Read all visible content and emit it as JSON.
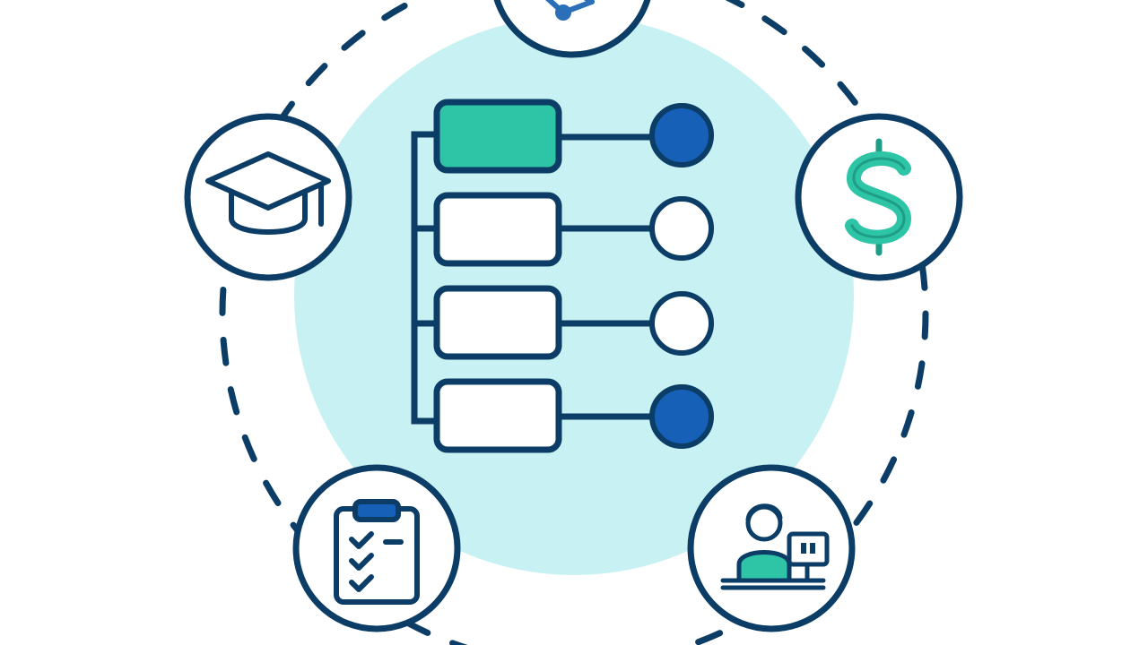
{
  "diagram": {
    "center": {
      "options": [
        {
          "state": "highlighted"
        },
        {
          "state": "empty"
        },
        {
          "state": "empty"
        },
        {
          "state": "empty"
        }
      ],
      "selectors": [
        {
          "selected": true
        },
        {
          "selected": false
        },
        {
          "selected": false
        },
        {
          "selected": true
        }
      ]
    },
    "satellites": [
      {
        "icon": "network-icon"
      },
      {
        "icon": "dollar-icon"
      },
      {
        "icon": "person-at-computer-icon"
      },
      {
        "icon": "checklist-clipboard-icon"
      },
      {
        "icon": "graduation-cap-icon"
      }
    ],
    "colors": {
      "outline": "#0b3d66",
      "teal": "#2ec4a6",
      "blue": "#1660b8",
      "center_bg": "#c8f1f3",
      "ring_dash": "#0b3d66"
    }
  }
}
